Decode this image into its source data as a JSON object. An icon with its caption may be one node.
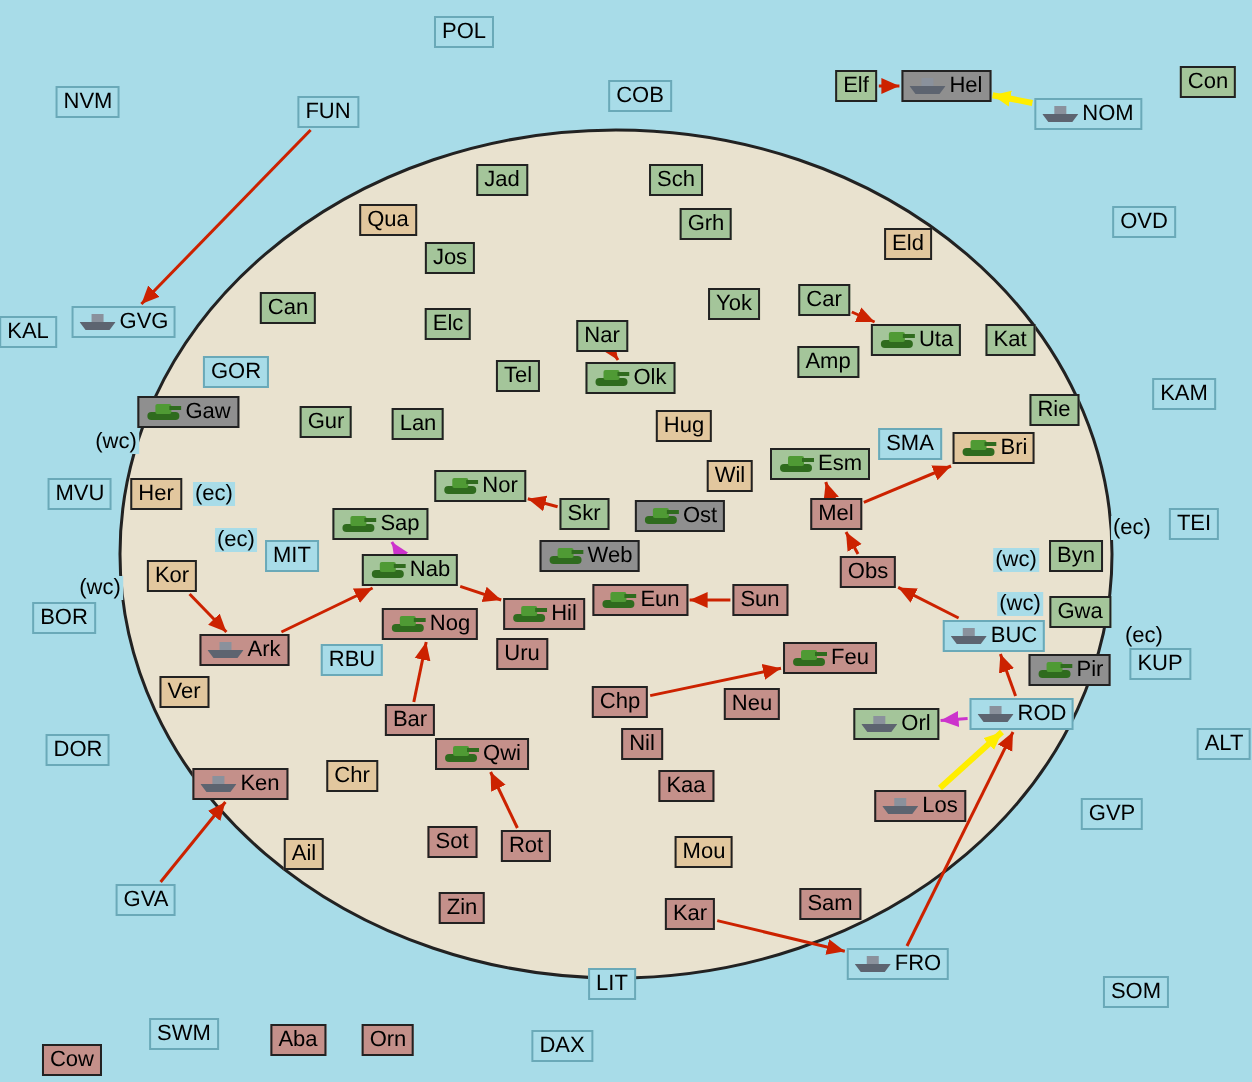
{
  "diagram": {
    "nodes": [
      {
        "text": [
          "POL"
        ]
      },
      {
        "text": [
          "NVM"
        ]
      },
      {
        "text": [
          "FUN"
        ]
      },
      {
        "text": [
          "COB"
        ]
      },
      {
        "text": [
          "Elf"
        ]
      },
      {
        "text": [
          "Hel"
        ]
      },
      {
        "text": [
          "Con"
        ]
      },
      {
        "text": [
          "NOM"
        ]
      },
      {
        "text": [
          "Jad"
        ]
      },
      {
        "text": [
          "Sch"
        ]
      },
      {
        "text": [
          "Qua"
        ]
      },
      {
        "text": [
          "Grh"
        ]
      },
      {
        "text": [
          "OVD"
        ]
      },
      {
        "text": [
          "Eld"
        ]
      },
      {
        "text": [
          "Jos"
        ]
      },
      {
        "text": [
          "Yok"
        ]
      },
      {
        "text": [
          "Car"
        ]
      },
      {
        "text": [
          "Can"
        ]
      },
      {
        "text": [
          "Uta"
        ]
      },
      {
        "text": [
          "Elc"
        ]
      },
      {
        "text": [
          "Nar"
        ]
      },
      {
        "text": [
          "GVG"
        ]
      },
      {
        "text": [
          "KAL"
        ]
      },
      {
        "text": [
          "Kat"
        ]
      },
      {
        "text": [
          "Olk"
        ]
      },
      {
        "text": [
          "Tel"
        ]
      },
      {
        "text": [
          "Amp"
        ]
      },
      {
        "text": [
          "GOR"
        ]
      },
      {
        "text": [
          "KAM"
        ]
      },
      {
        "text": [
          "Gaw"
        ]
      },
      {
        "text": [
          "Gur"
        ]
      },
      {
        "text": [
          "Lan"
        ]
      },
      {
        "text": [
          "Hug"
        ]
      },
      {
        "text": [
          "Rie"
        ]
      },
      {
        "text": [
          "Bri"
        ]
      },
      {
        "text": [
          "SMA"
        ]
      },
      {
        "text": [
          "Esm"
        ]
      },
      {
        "text": [
          "Wil"
        ]
      },
      {
        "text": [
          "Nor"
        ]
      },
      {
        "text": [
          "Skr"
        ]
      },
      {
        "text": [
          "Ost"
        ]
      },
      {
        "text": [
          "Mel"
        ]
      },
      {
        "text": [
          "Sap"
        ]
      },
      {
        "text": [
          "MVU"
        ]
      },
      {
        "text": [
          "Her"
        ]
      },
      {
        "text": [
          "TEI"
        ]
      },
      {
        "text": [
          "Byn"
        ]
      },
      {
        "text": [
          "Web"
        ]
      },
      {
        "text": [
          "MIT"
        ]
      },
      {
        "text": [
          "Kor"
        ]
      },
      {
        "text": [
          "Nab"
        ]
      },
      {
        "text": [
          "Obs"
        ]
      },
      {
        "text": [
          "Eun"
        ]
      },
      {
        "text": [
          "Sun"
        ]
      },
      {
        "text": [
          "Hil"
        ]
      },
      {
        "text": [
          "Nog"
        ]
      },
      {
        "text": [
          "BOR"
        ]
      },
      {
        "text": [
          "Gwa"
        ]
      },
      {
        "text": [
          "BUC"
        ]
      },
      {
        "text": [
          "Ark"
        ]
      },
      {
        "text": [
          "Uru"
        ]
      },
      {
        "text": [
          "Feu"
        ]
      },
      {
        "text": [
          "RBU"
        ]
      },
      {
        "text": [
          "Pir"
        ]
      },
      {
        "text": [
          "KUP"
        ]
      },
      {
        "text": [
          "Chp"
        ]
      },
      {
        "text": [
          "Neu"
        ]
      },
      {
        "text": [
          "Ver"
        ]
      },
      {
        "text": [
          "Bar"
        ]
      },
      {
        "text": [
          "ROD"
        ]
      },
      {
        "text": [
          "Orl"
        ]
      },
      {
        "text": [
          "Qwi"
        ]
      },
      {
        "text": [
          "Nil"
        ]
      },
      {
        "text": [
          "DOR"
        ]
      },
      {
        "text": [
          "ALT"
        ]
      },
      {
        "text": [
          "Chr"
        ]
      },
      {
        "text": [
          "Ken"
        ]
      },
      {
        "text": [
          "Kaa"
        ]
      },
      {
        "text": [
          "Los"
        ]
      },
      {
        "text": [
          "GVP"
        ]
      },
      {
        "text": [
          "Sot"
        ]
      },
      {
        "text": [
          "Rot"
        ]
      },
      {
        "text": [
          "Mou"
        ]
      },
      {
        "text": [
          "Ail"
        ]
      },
      {
        "text": [
          "GVA"
        ]
      },
      {
        "text": [
          "Zin"
        ]
      },
      {
        "text": [
          "Kar"
        ]
      },
      {
        "text": [
          "Sam"
        ]
      },
      {
        "text": [
          "FRO"
        ]
      },
      {
        "text": [
          "LIT"
        ]
      },
      {
        "text": [
          "SOM"
        ]
      },
      {
        "text": [
          "SWM"
        ]
      },
      {
        "text": [
          "Aba"
        ]
      },
      {
        "text": [
          "Orn"
        ]
      },
      {
        "text": [
          "DAX"
        ]
      },
      {
        "text": [
          "Cow"
        ]
      }
    ],
    "edges": [
      {
        "from": 2,
        "to": 21,
        "arrow": "to"
      },
      {
        "from": 4,
        "to": 5,
        "arrow": "to"
      },
      {
        "from": 7,
        "to": 5,
        "arrow": "to",
        "style": "thick",
        "color": "#ffee00"
      },
      {
        "from": 20,
        "to": 24,
        "arrow": "to"
      },
      {
        "from": 16,
        "to": 18,
        "arrow": "to"
      },
      {
        "from": 39,
        "to": 38,
        "arrow": "to"
      },
      {
        "from": 50,
        "to": 42,
        "arrow": "to",
        "color": "#cc33cc"
      },
      {
        "from": 59,
        "to": 50,
        "arrow": "to"
      },
      {
        "from": 49,
        "to": 59,
        "arrow": "to"
      },
      {
        "from": 50,
        "to": 54,
        "arrow": "to"
      },
      {
        "from": 68,
        "to": 55,
        "arrow": "to"
      },
      {
        "from": 53,
        "to": 52,
        "arrow": "to"
      },
      {
        "from": 65,
        "to": 61,
        "arrow": "to"
      },
      {
        "from": 81,
        "to": 71,
        "arrow": "to"
      },
      {
        "from": 84,
        "to": 76,
        "arrow": "to"
      },
      {
        "from": 86,
        "to": 88,
        "arrow": "to"
      },
      {
        "from": 88,
        "to": 69,
        "arrow": "to"
      },
      {
        "from": 69,
        "to": 58,
        "arrow": "to"
      },
      {
        "from": 58,
        "to": 51,
        "arrow": "to"
      },
      {
        "from": 69,
        "to": 70,
        "arrow": "to",
        "color": "#cc33cc"
      },
      {
        "from": 78,
        "to": 69,
        "arrow": "to",
        "style": "thick",
        "color": "#ffee00"
      },
      {
        "from": 41,
        "to": 34,
        "arrow": "to"
      },
      {
        "from": 41,
        "to": 36,
        "arrow": "to"
      },
      {
        "from": 51,
        "to": 41,
        "arrow": "to"
      }
    ],
    "labels": [
      "(wc)",
      "(ec)",
      "(ec)",
      "(ec)",
      "(wc)",
      "(wc)",
      "(wc)",
      "(ec)"
    ]
  }
}
